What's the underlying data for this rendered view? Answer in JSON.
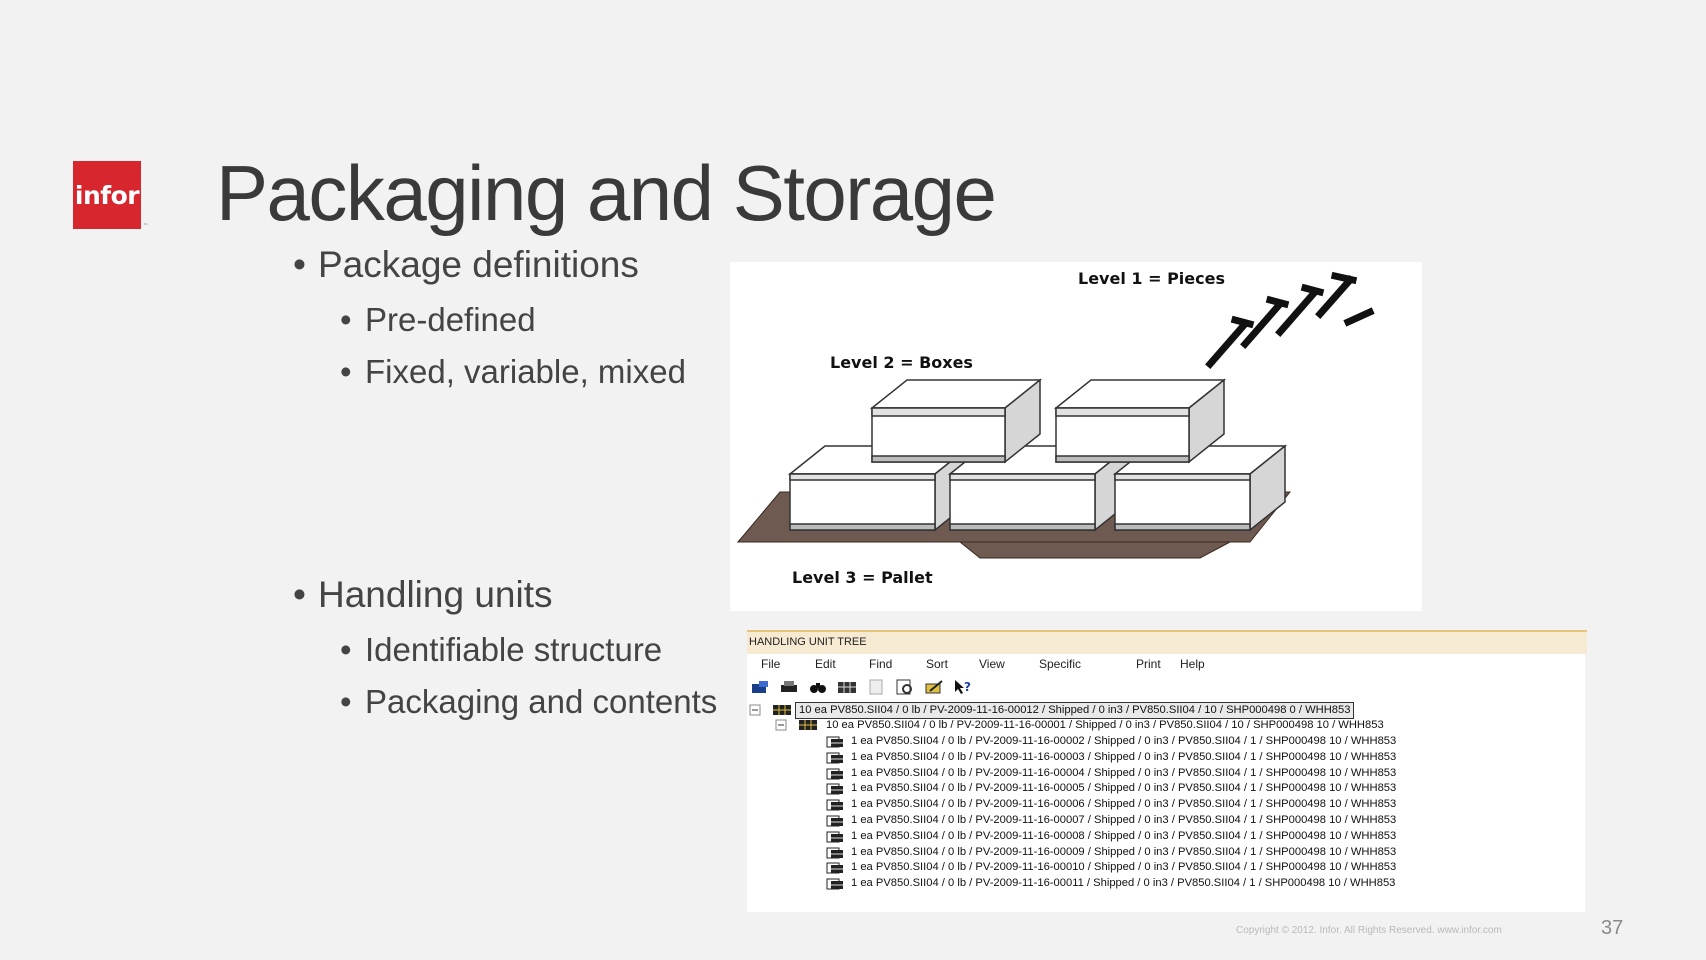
{
  "logo": {
    "text": "infor",
    "tm": "™"
  },
  "title": "Packaging and Storage",
  "bullets": {
    "package_definitions": "Package definitions",
    "pre_defined": "Pre-defined",
    "fixed": "Fixed,  variable,  mixed",
    "handling_units": "Handling  units",
    "identifiable": "Identifiable  structure",
    "packaging_contents": "Packaging  and  contents"
  },
  "diagram": {
    "level1": "Level 1 = Pieces",
    "level2": "Level 2 = Boxes",
    "level3": "Level 3 = Pallet"
  },
  "handling_unit_tree": {
    "title": "HANDLING UNIT TREE",
    "menu": [
      "File",
      "Edit",
      "Find",
      "Sort",
      "View",
      "Specific",
      "Print",
      "Help"
    ],
    "toolbar_icons": [
      "open-icon",
      "print-icon",
      "binoculars-icon",
      "grid-icon",
      "document-icon",
      "zoom-icon",
      "edit-icon",
      "help-pointer-icon"
    ],
    "root": "10 ea  PV850.SII04 / 0 lb / PV-2009-11-16-00012 / Shipped / 0 in3 / PV850.SII04 / 10 / SHP000498 0 / WHH853",
    "level2": "10 ea  PV850.SII04 / 0 lb / PV-2009-11-16-00001 / Shipped / 0 in3 / PV850.SII04 / 10 / SHP000498  10 / WHH853",
    "children": [
      "1 ea   PV850.SII04 / 0 lb / PV-2009-11-16-00002 / Shipped / 0 in3 / PV850.SII04 / 1 / SHP000498  10 / WHH853",
      "1 ea   PV850.SII04 / 0 lb / PV-2009-11-16-00003 / Shipped / 0 in3 / PV850.SII04 / 1 / SHP000498  10 / WHH853",
      "1 ea   PV850.SII04 / 0 lb / PV-2009-11-16-00004 / Shipped / 0 in3 / PV850.SII04 / 1 / SHP000498  10 / WHH853",
      "1 ea   PV850.SII04 / 0 lb / PV-2009-11-16-00005 / Shipped / 0 in3 / PV850.SII04 / 1 / SHP000498  10 / WHH853",
      "1 ea   PV850.SII04 / 0 lb / PV-2009-11-16-00006 / Shipped / 0 in3 / PV850.SII04 / 1 / SHP000498  10 / WHH853",
      "1 ea   PV850.SII04 / 0 lb / PV-2009-11-16-00007 / Shipped / 0 in3 / PV850.SII04 / 1 / SHP000498  10 / WHH853",
      "1 ea   PV850.SII04 / 0 lb / PV-2009-11-16-00008 / Shipped / 0 in3 / PV850.SII04 / 1 / SHP000498  10 / WHH853",
      "1 ea   PV850.SII04 / 0 lb / PV-2009-11-16-00009 / Shipped / 0 in3 / PV850.SII04 / 1 / SHP000498  10 / WHH853",
      "1 ea   PV850.SII04 / 0 lb / PV-2009-11-16-00010 / Shipped / 0 in3 / PV850.SII04 / 1 / SHP000498  10 / WHH853",
      "1 ea   PV850.SII04 / 0 lb / PV-2009-11-16-00011 / Shipped / 0 in3 / PV850.SII04 / 1 / SHP000498  10 / WHH853"
    ]
  },
  "footer": {
    "copyright": "Copyright © 2012. Infor. All Rights Reserved. www.infor.com",
    "page": "37"
  }
}
